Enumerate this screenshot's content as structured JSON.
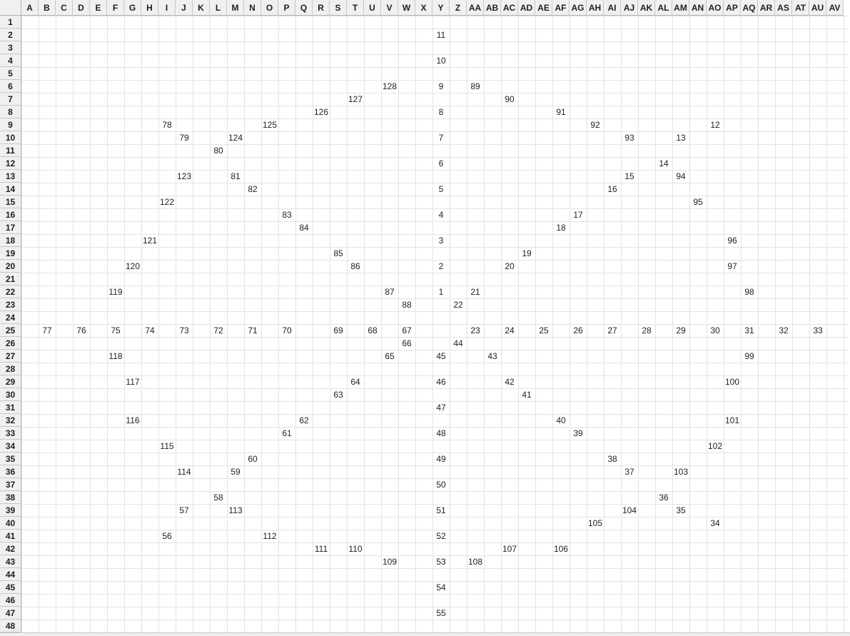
{
  "columns": [
    "A",
    "B",
    "C",
    "D",
    "E",
    "F",
    "G",
    "H",
    "I",
    "J",
    "K",
    "L",
    "M",
    "N",
    "O",
    "P",
    "Q",
    "R",
    "S",
    "T",
    "U",
    "V",
    "W",
    "X",
    "Y",
    "Z",
    "AA",
    "AB",
    "AC",
    "AD",
    "AE",
    "AF",
    "AG",
    "AH",
    "AI",
    "AJ",
    "AK",
    "AL",
    "AM",
    "AN",
    "AO",
    "AP",
    "AQ",
    "AR",
    "AS",
    "AT",
    "AU",
    "AV"
  ],
  "rows": [
    "1",
    "2",
    "3",
    "4",
    "5",
    "6",
    "7",
    "8",
    "9",
    "10",
    "11",
    "12",
    "13",
    "14",
    "15",
    "16",
    "17",
    "18",
    "19",
    "20",
    "21",
    "22",
    "23",
    "24",
    "25",
    "26",
    "27",
    "28",
    "29",
    "30",
    "31",
    "32",
    "33",
    "34",
    "35",
    "36",
    "37",
    "38",
    "39",
    "40",
    "41",
    "42",
    "43",
    "44",
    "45",
    "46",
    "47",
    "48"
  ],
  "cells": [
    {
      "row": 2,
      "col": "Y",
      "value": "11"
    },
    {
      "row": 4,
      "col": "Y",
      "value": "10"
    },
    {
      "row": 6,
      "col": "V",
      "value": "128"
    },
    {
      "row": 6,
      "col": "Y",
      "value": "9"
    },
    {
      "row": 6,
      "col": "AA",
      "value": "89"
    },
    {
      "row": 7,
      "col": "T",
      "value": "127"
    },
    {
      "row": 7,
      "col": "AC",
      "value": "90"
    },
    {
      "row": 8,
      "col": "R",
      "value": "126"
    },
    {
      "row": 8,
      "col": "Y",
      "value": "8"
    },
    {
      "row": 8,
      "col": "AF",
      "value": "91"
    },
    {
      "row": 9,
      "col": "I",
      "value": "78"
    },
    {
      "row": 9,
      "col": "O",
      "value": "125"
    },
    {
      "row": 9,
      "col": "AH",
      "value": "92"
    },
    {
      "row": 9,
      "col": "AO",
      "value": "12"
    },
    {
      "row": 10,
      "col": "J",
      "value": "79"
    },
    {
      "row": 10,
      "col": "M",
      "value": "124"
    },
    {
      "row": 10,
      "col": "Y",
      "value": "7"
    },
    {
      "row": 10,
      "col": "AJ",
      "value": "93"
    },
    {
      "row": 10,
      "col": "AM",
      "value": "13"
    },
    {
      "row": 11,
      "col": "L",
      "value": "80"
    },
    {
      "row": 12,
      "col": "Y",
      "value": "6"
    },
    {
      "row": 12,
      "col": "AL",
      "value": "14"
    },
    {
      "row": 13,
      "col": "J",
      "value": "123"
    },
    {
      "row": 13,
      "col": "M",
      "value": "81"
    },
    {
      "row": 13,
      "col": "AJ",
      "value": "15"
    },
    {
      "row": 13,
      "col": "AM",
      "value": "94"
    },
    {
      "row": 14,
      "col": "N",
      "value": "82"
    },
    {
      "row": 14,
      "col": "Y",
      "value": "5"
    },
    {
      "row": 14,
      "col": "AI",
      "value": "16"
    },
    {
      "row": 15,
      "col": "I",
      "value": "122"
    },
    {
      "row": 15,
      "col": "AN",
      "value": "95"
    },
    {
      "row": 16,
      "col": "P",
      "value": "83"
    },
    {
      "row": 16,
      "col": "Y",
      "value": "4"
    },
    {
      "row": 16,
      "col": "AG",
      "value": "17"
    },
    {
      "row": 17,
      "col": "Q",
      "value": "84"
    },
    {
      "row": 17,
      "col": "AF",
      "value": "18"
    },
    {
      "row": 18,
      "col": "H",
      "value": "121"
    },
    {
      "row": 18,
      "col": "Y",
      "value": "3"
    },
    {
      "row": 18,
      "col": "AP",
      "value": "96"
    },
    {
      "row": 19,
      "col": "S",
      "value": "85"
    },
    {
      "row": 19,
      "col": "AD",
      "value": "19"
    },
    {
      "row": 20,
      "col": "G",
      "value": "120"
    },
    {
      "row": 20,
      "col": "T",
      "value": "86"
    },
    {
      "row": 20,
      "col": "Y",
      "value": "2"
    },
    {
      "row": 20,
      "col": "AC",
      "value": "20"
    },
    {
      "row": 20,
      "col": "AP",
      "value": "97"
    },
    {
      "row": 22,
      "col": "F",
      "value": "119"
    },
    {
      "row": 22,
      "col": "V",
      "value": "87"
    },
    {
      "row": 22,
      "col": "Y",
      "value": "1"
    },
    {
      "row": 22,
      "col": "AA",
      "value": "21"
    },
    {
      "row": 22,
      "col": "AQ",
      "value": "98"
    },
    {
      "row": 23,
      "col": "W",
      "value": "88"
    },
    {
      "row": 23,
      "col": "Z",
      "value": "22"
    },
    {
      "row": 25,
      "col": "B",
      "value": "77"
    },
    {
      "row": 25,
      "col": "D",
      "value": "76"
    },
    {
      "row": 25,
      "col": "F",
      "value": "75"
    },
    {
      "row": 25,
      "col": "H",
      "value": "74"
    },
    {
      "row": 25,
      "col": "J",
      "value": "73"
    },
    {
      "row": 25,
      "col": "L",
      "value": "72"
    },
    {
      "row": 25,
      "col": "N",
      "value": "71"
    },
    {
      "row": 25,
      "col": "P",
      "value": "70"
    },
    {
      "row": 25,
      "col": "S",
      "value": "69"
    },
    {
      "row": 25,
      "col": "U",
      "value": "68"
    },
    {
      "row": 25,
      "col": "W",
      "value": "67"
    },
    {
      "row": 25,
      "col": "AA",
      "value": "23"
    },
    {
      "row": 25,
      "col": "AC",
      "value": "24"
    },
    {
      "row": 25,
      "col": "AE",
      "value": "25"
    },
    {
      "row": 25,
      "col": "AG",
      "value": "26"
    },
    {
      "row": 25,
      "col": "AI",
      "value": "27"
    },
    {
      "row": 25,
      "col": "AK",
      "value": "28"
    },
    {
      "row": 25,
      "col": "AM",
      "value": "29"
    },
    {
      "row": 25,
      "col": "AO",
      "value": "30"
    },
    {
      "row": 25,
      "col": "AQ",
      "value": "31"
    },
    {
      "row": 25,
      "col": "AS",
      "value": "32"
    },
    {
      "row": 25,
      "col": "AU",
      "value": "33"
    },
    {
      "row": 26,
      "col": "W",
      "value": "66"
    },
    {
      "row": 26,
      "col": "Z",
      "value": "44"
    },
    {
      "row": 27,
      "col": "F",
      "value": "118"
    },
    {
      "row": 27,
      "col": "V",
      "value": "65"
    },
    {
      "row": 27,
      "col": "Y",
      "value": "45"
    },
    {
      "row": 27,
      "col": "AB",
      "value": "43"
    },
    {
      "row": 27,
      "col": "AQ",
      "value": "99"
    },
    {
      "row": 29,
      "col": "G",
      "value": "117"
    },
    {
      "row": 29,
      "col": "T",
      "value": "64"
    },
    {
      "row": 29,
      "col": "Y",
      "value": "46"
    },
    {
      "row": 29,
      "col": "AC",
      "value": "42"
    },
    {
      "row": 29,
      "col": "AP",
      "value": "100"
    },
    {
      "row": 30,
      "col": "S",
      "value": "63"
    },
    {
      "row": 30,
      "col": "AD",
      "value": "41"
    },
    {
      "row": 31,
      "col": "Y",
      "value": "47"
    },
    {
      "row": 32,
      "col": "G",
      "value": "116"
    },
    {
      "row": 32,
      "col": "Q",
      "value": "62"
    },
    {
      "row": 32,
      "col": "AF",
      "value": "40"
    },
    {
      "row": 32,
      "col": "AP",
      "value": "101"
    },
    {
      "row": 33,
      "col": "P",
      "value": "61"
    },
    {
      "row": 33,
      "col": "Y",
      "value": "48"
    },
    {
      "row": 33,
      "col": "AG",
      "value": "39"
    },
    {
      "row": 34,
      "col": "I",
      "value": "115"
    },
    {
      "row": 34,
      "col": "AO",
      "value": "102"
    },
    {
      "row": 35,
      "col": "N",
      "value": "60"
    },
    {
      "row": 35,
      "col": "Y",
      "value": "49"
    },
    {
      "row": 35,
      "col": "AI",
      "value": "38"
    },
    {
      "row": 36,
      "col": "J",
      "value": "114"
    },
    {
      "row": 36,
      "col": "M",
      "value": "59"
    },
    {
      "row": 36,
      "col": "AJ",
      "value": "37"
    },
    {
      "row": 36,
      "col": "AM",
      "value": "103"
    },
    {
      "row": 37,
      "col": "Y",
      "value": "50"
    },
    {
      "row": 38,
      "col": "L",
      "value": "58"
    },
    {
      "row": 38,
      "col": "AL",
      "value": "36"
    },
    {
      "row": 39,
      "col": "J",
      "value": "57"
    },
    {
      "row": 39,
      "col": "M",
      "value": "113"
    },
    {
      "row": 39,
      "col": "Y",
      "value": "51"
    },
    {
      "row": 39,
      "col": "AJ",
      "value": "104"
    },
    {
      "row": 39,
      "col": "AM",
      "value": "35"
    },
    {
      "row": 40,
      "col": "AH",
      "value": "105"
    },
    {
      "row": 40,
      "col": "AO",
      "value": "34"
    },
    {
      "row": 41,
      "col": "I",
      "value": "56"
    },
    {
      "row": 41,
      "col": "O",
      "value": "112"
    },
    {
      "row": 41,
      "col": "Y",
      "value": "52"
    },
    {
      "row": 42,
      "col": "R",
      "value": "111"
    },
    {
      "row": 42,
      "col": "T",
      "value": "110"
    },
    {
      "row": 42,
      "col": "AC",
      "value": "107"
    },
    {
      "row": 42,
      "col": "AF",
      "value": "106"
    },
    {
      "row": 43,
      "col": "V",
      "value": "109"
    },
    {
      "row": 43,
      "col": "Y",
      "value": "53"
    },
    {
      "row": 43,
      "col": "AA",
      "value": "108"
    },
    {
      "row": 45,
      "col": "Y",
      "value": "54"
    },
    {
      "row": 47,
      "col": "Y",
      "value": "55"
    }
  ]
}
